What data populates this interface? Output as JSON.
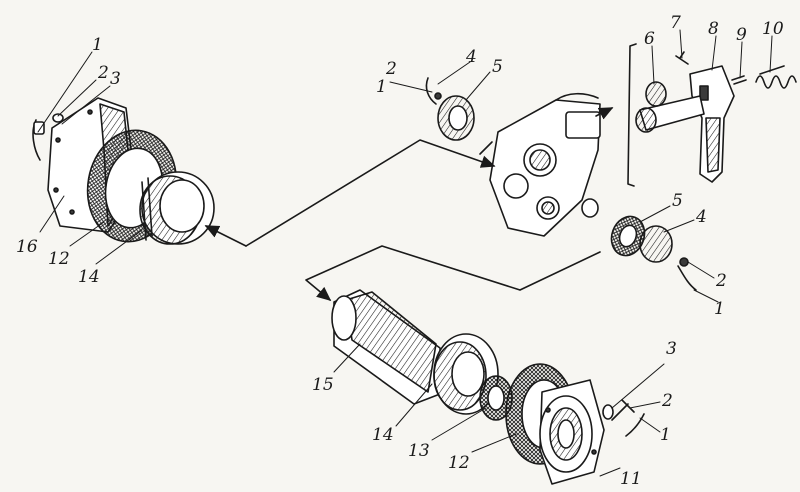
{
  "callouts": {
    "left_cover": [
      "1",
      "2",
      "3",
      "16",
      "12",
      "14"
    ],
    "top_middle": [
      "2",
      "4",
      "5",
      "1"
    ],
    "top_right": [
      "6",
      "7",
      "8",
      "9",
      "10"
    ],
    "right_middle": [
      "5",
      "4",
      "2",
      "1"
    ],
    "shaft": [
      "15",
      "14",
      "13",
      "12",
      "11",
      "3",
      "2",
      "1"
    ]
  },
  "colors": {
    "ink": "#1a1a1a",
    "paper": "#f7f6f2"
  }
}
